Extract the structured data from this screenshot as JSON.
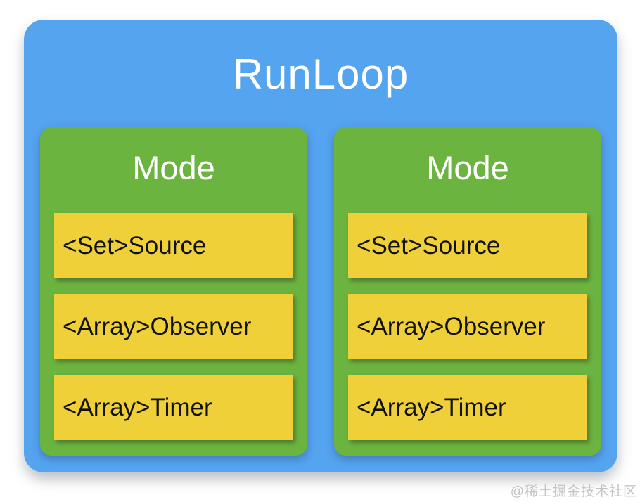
{
  "diagram": {
    "title": "RunLoop",
    "modes": [
      {
        "title": "Mode",
        "items": [
          "<Set>Source",
          "<Array>Observer",
          "<Array>Timer"
        ]
      },
      {
        "title": "Mode",
        "items": [
          "<Set>Source",
          "<Array>Observer",
          "<Array>Timer"
        ]
      }
    ],
    "colors": {
      "container_blue": "#55A4F0",
      "mode_green": "#6CB440",
      "item_yellow": "#F0D038",
      "title_text": "#FFFFFF",
      "item_text": "#111111",
      "watermark_gray": "#C3C3C3"
    },
    "watermark": "@稀土掘金技术社区"
  }
}
